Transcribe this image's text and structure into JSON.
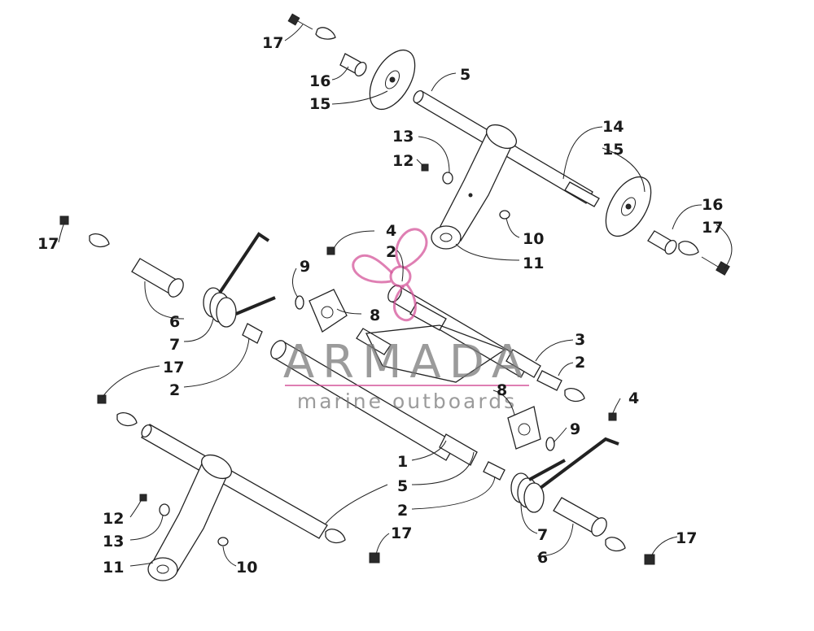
{
  "watermark": {
    "brand": "ARMADA",
    "tagline": "marine outboards",
    "accent_color": "#d4549a",
    "text_color": "#7a7a7a"
  },
  "callouts": [
    {
      "id": "c17a",
      "label": "17"
    },
    {
      "id": "c16a",
      "label": "16"
    },
    {
      "id": "c15a",
      "label": "15"
    },
    {
      "id": "c5a",
      "label": "5"
    },
    {
      "id": "c14a",
      "label": "14"
    },
    {
      "id": "c15b",
      "label": "15"
    },
    {
      "id": "c13a",
      "label": "13"
    },
    {
      "id": "c12a",
      "label": "12"
    },
    {
      "id": "c16b",
      "label": "16"
    },
    {
      "id": "c17b",
      "label": "17"
    },
    {
      "id": "c10a",
      "label": "10"
    },
    {
      "id": "c11a",
      "label": "11"
    },
    {
      "id": "c4a",
      "label": "4"
    },
    {
      "id": "c2a",
      "label": "2"
    },
    {
      "id": "c17c",
      "label": "17"
    },
    {
      "id": "c9a",
      "label": "9"
    },
    {
      "id": "c8a",
      "label": "8"
    },
    {
      "id": "c6a",
      "label": "6"
    },
    {
      "id": "c7a",
      "label": "7"
    },
    {
      "id": "c17d",
      "label": "17"
    },
    {
      "id": "c2b",
      "label": "2"
    },
    {
      "id": "c3a",
      "label": "3"
    },
    {
      "id": "c2c",
      "label": "2"
    },
    {
      "id": "c4b",
      "label": "4"
    },
    {
      "id": "c8b",
      "label": "8"
    },
    {
      "id": "c9b",
      "label": "9"
    },
    {
      "id": "c1a",
      "label": "1"
    },
    {
      "id": "c5b",
      "label": "5"
    },
    {
      "id": "c2d",
      "label": "2"
    },
    {
      "id": "c12b",
      "label": "12"
    },
    {
      "id": "c13b",
      "label": "13"
    },
    {
      "id": "c11b",
      "label": "11"
    },
    {
      "id": "c10b",
      "label": "10"
    },
    {
      "id": "c17e",
      "label": "17"
    },
    {
      "id": "c7b",
      "label": "7"
    },
    {
      "id": "c6b",
      "label": "6"
    },
    {
      "id": "c17f",
      "label": "17"
    }
  ]
}
